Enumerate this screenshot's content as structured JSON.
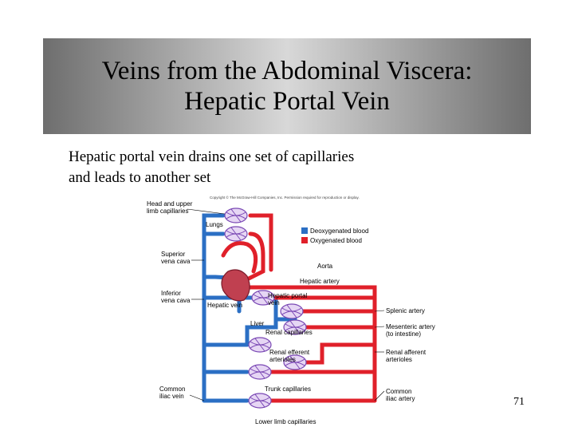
{
  "slide": {
    "title_line1": "Veins from the Abdominal Viscera:",
    "title_line2": "Hepatic Portal Vein",
    "bullet_line1": "Hepatic portal vein drains one set of capillaries",
    "bullet_line2": "and leads to another set",
    "page_number": "71"
  },
  "diagram": {
    "copyright": "Copyright © The McGraw-Hill Companies, Inc. Permission required for reproduction or display.",
    "legend": [
      {
        "label": "Deoxygenated blood",
        "color": "#2b6fc4"
      },
      {
        "label": "Oxygenated blood",
        "color": "#e0202a"
      }
    ],
    "labels": {
      "head_line1": "Head and upper",
      "head_line2": "limb capillaries",
      "lungs": "Lungs",
      "svc_line1": "Superior",
      "svc_line2": "vena cava",
      "aorta": "Aorta",
      "hepatic_artery": "Hepatic artery",
      "ivc_line1": "Inferior",
      "ivc_line2": "vena cava",
      "hepatic_vein": "Hepatic vein",
      "hpv_line1": "Hepatic portal",
      "hpv_line2": "vein",
      "splenic_artery": "Splenic artery",
      "liver": "Liver",
      "renal_capillaries": "Renal capillaries",
      "mesenteric_line1": "Mesenteric artery",
      "mesenteric_line2": "(to intestine)",
      "renal_efferent_line1": "Renal efferent",
      "renal_efferent_line2": "arterioles",
      "renal_afferent_line1": "Renal afferent",
      "renal_afferent_line2": "arterioles",
      "common_iliac_vein_line1": "Common",
      "common_iliac_vein_line2": "iliac vein",
      "trunk_capillaries": "Trunk capillaries",
      "common_iliac_artery_line1": "Common",
      "common_iliac_artery_line2": "iliac artery",
      "lower_limb_capillaries": "Lower limb capillaries"
    }
  }
}
